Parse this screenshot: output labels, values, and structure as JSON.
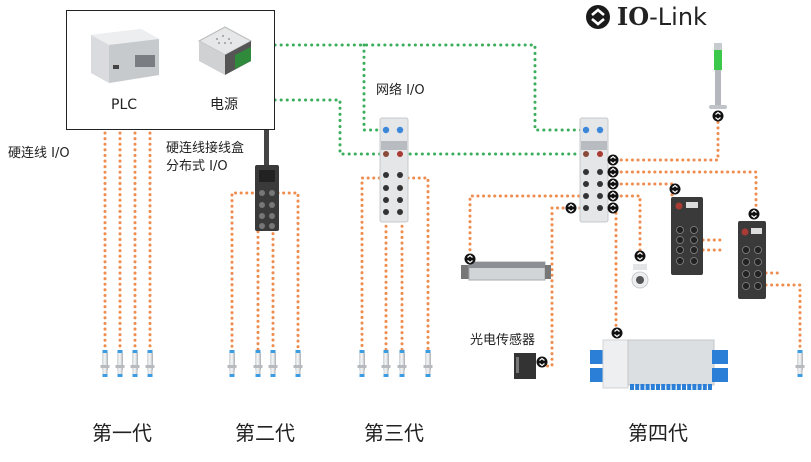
{
  "brand": {
    "name_bold": "IO",
    "name_rest": "-Link",
    "logo_icon": "io-link-logo-icon"
  },
  "controller_box": {
    "plc_label": "PLC",
    "power_label": "电源"
  },
  "labels": {
    "hardwired_io": "硬连线 I/O",
    "junction_box_line1": "硬连线接线盒",
    "junction_box_line2": "分布式 I/O",
    "network_io": "网络 I/O",
    "photo_sensor": "光电传感器"
  },
  "generations": [
    {
      "label": "第一代"
    },
    {
      "label": "第二代"
    },
    {
      "label": "第三代"
    },
    {
      "label": "第四代"
    }
  ],
  "colors": {
    "network_line": "#3aae5c",
    "io_line": "#ee8d4f",
    "module_light": "#e4e6e8",
    "module_dark": "#3a3a3a",
    "sensor_tip": "#3d9be0",
    "valve_blue": "#2b7fd6",
    "stack_light_green": "#3cc94b"
  }
}
